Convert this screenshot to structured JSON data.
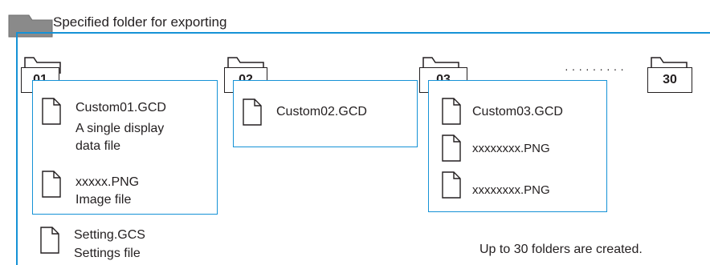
{
  "root": {
    "title": "Specified folder for exporting"
  },
  "folders": [
    {
      "label": "01",
      "files": [
        {
          "name": "Custom01.GCD",
          "desc_lines": [
            "A single display",
            "data file"
          ]
        },
        {
          "name": "xxxxx.PNG",
          "desc_lines": [
            "Image file"
          ]
        }
      ]
    },
    {
      "label": "02",
      "files": [
        {
          "name": "Custom02.GCD",
          "desc_lines": []
        }
      ]
    },
    {
      "label": "03",
      "files": [
        {
          "name": "Custom03.GCD",
          "desc_lines": []
        },
        {
          "name": "xxxxxxxx.PNG",
          "desc_lines": []
        },
        {
          "name": "xxxxxxxx.PNG",
          "desc_lines": []
        }
      ]
    },
    {
      "label": "30",
      "files": []
    }
  ],
  "dots": "·········",
  "setting_file": {
    "name": "Setting.GCS",
    "desc": "Settings file"
  },
  "note": "Up to 30 folders are created.",
  "colors": {
    "line": "#1592d6",
    "folder_fill": "#8a8a8a",
    "outline": "#231f20"
  }
}
